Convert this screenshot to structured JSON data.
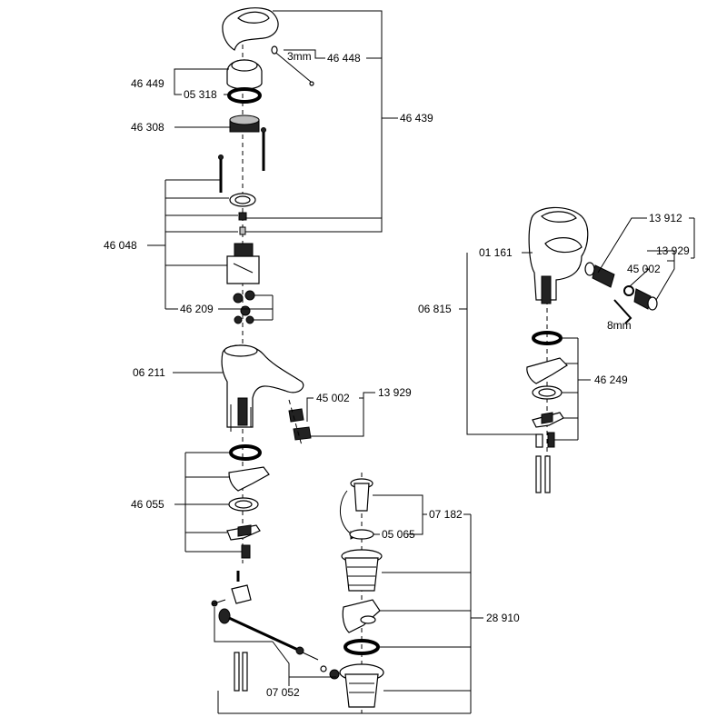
{
  "labels": {
    "l46448": "46 448",
    "l3mm": "3mm",
    "l46449": "46 449",
    "l05318": "05 318",
    "l46308": "46 308",
    "l46439": "46 439",
    "l46048": "46 048",
    "l46209": "46 209",
    "l06211": "06 211",
    "l45002a": "45 002",
    "l13929a": "13 929",
    "l46055": "46 055",
    "l07182": "07 182",
    "l05065": "05 065",
    "l28910": "28 910",
    "l07052": "07 052",
    "l13912": "13 912",
    "l01161": "01 161",
    "l13929b": "13 929",
    "l45002b": "45 002",
    "l06815": "06 815",
    "l8mm": "8mm",
    "l46249": "46 249"
  }
}
